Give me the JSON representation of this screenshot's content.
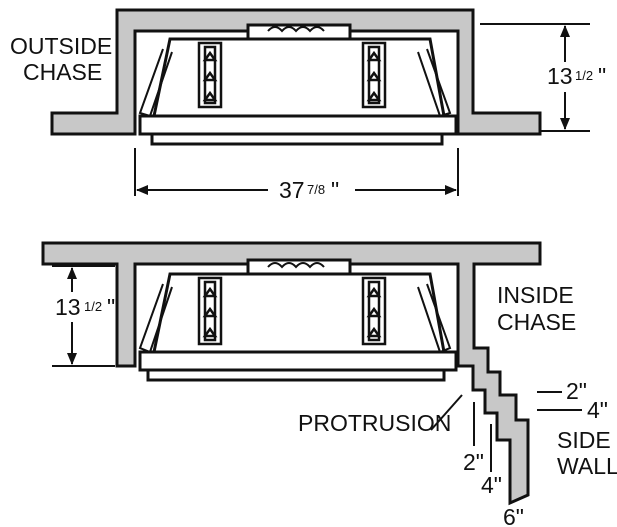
{
  "top_view": {
    "label_line1": "OUTSIDE",
    "label_line2": "CHASE",
    "height_whole": "13",
    "height_frac": "1/2",
    "height_unit": "\"",
    "width_whole": "37",
    "width_frac": "7/8",
    "width_unit": "\""
  },
  "bottom_view": {
    "label_line1": "INSIDE",
    "label_line2": "CHASE",
    "height_whole": "13",
    "height_frac": "1/2",
    "height_unit": "\"",
    "protrusion_label": "PROTRUSION",
    "side_wall_line1": "SIDE",
    "side_wall_line2": "WALL",
    "dim_2_left": "2\"",
    "dim_4_left": "4\"",
    "dim_6": "6\"",
    "dim_2_right": "2\"",
    "dim_4_right": "4\""
  }
}
